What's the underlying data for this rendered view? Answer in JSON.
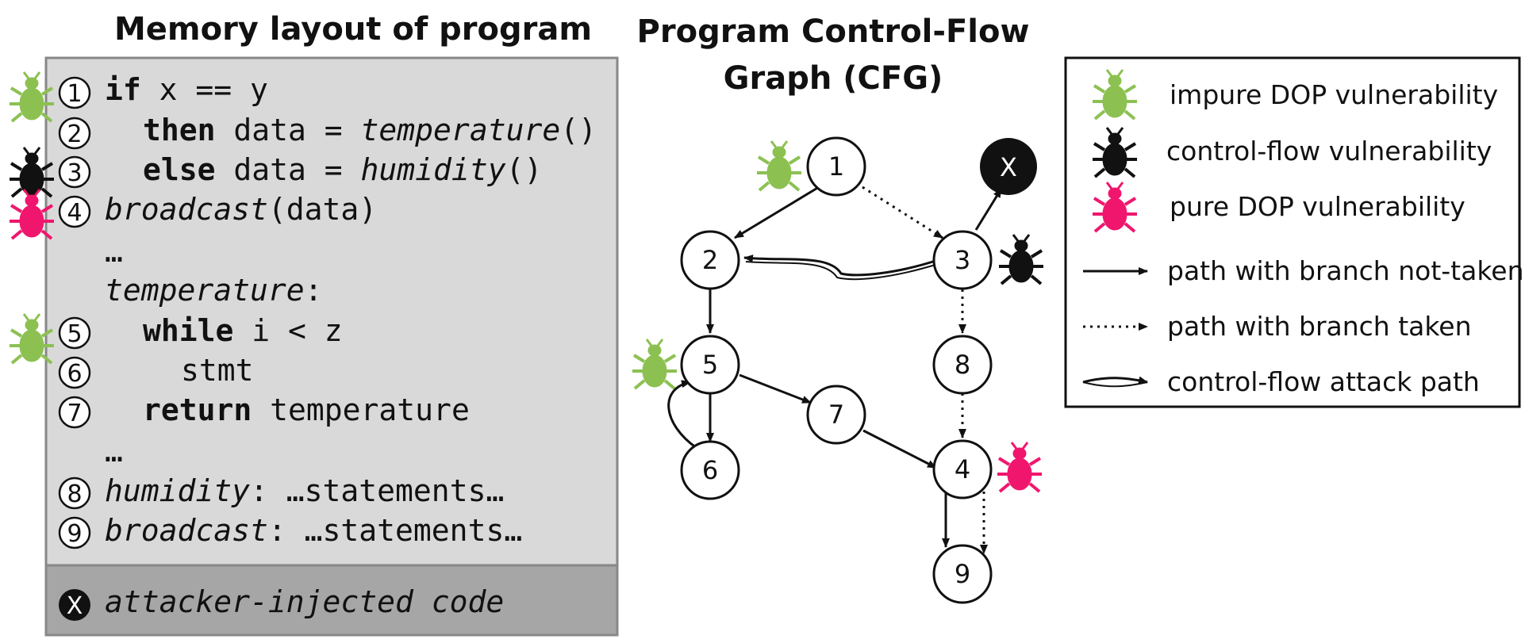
{
  "titles": {
    "memory": "Memory layout of program",
    "cfg_line1": "Program Control-Flow",
    "cfg_line2": "Graph (CFG)"
  },
  "code": {
    "line1_kw": "if",
    "line1_rest": " x == y",
    "line2_kw": "then",
    "line2_rest": " data = ",
    "line2_fn": "temperature",
    "line2_end": "()",
    "line3_kw": "else",
    "line3_rest": " data = ",
    "line3_fn": "humidity",
    "line3_end": "()",
    "line4_fn": "broadcast",
    "line4_rest": "(data)",
    "ellipsis1": "…",
    "temp_label": "temperature",
    "temp_colon": ":",
    "line5_kw": "while",
    "line5_rest": " i < z",
    "line6": "stmt",
    "line7_kw": "return",
    "line7_rest": " temperature",
    "ellipsis2": "…",
    "line8_fn": "humidity",
    "line8_rest": ": …statements…",
    "line9_fn": "broadcast",
    "line9_rest": ": …statements…",
    "injected": "attacker-injected code"
  },
  "markers": [
    "1",
    "2",
    "3",
    "4",
    "5",
    "6",
    "7",
    "8",
    "9",
    "X"
  ],
  "cfg_nodes": [
    "1",
    "2",
    "3",
    "5",
    "6",
    "7",
    "8",
    "4",
    "9",
    "X"
  ],
  "legend": {
    "impure": "impure DOP vulnerability",
    "control": "control-flow vulnerability",
    "pure": "pure DOP vulnerability",
    "not_taken": "path with branch not-taken",
    "taken": "path with branch taken",
    "attack": "control-flow attack path"
  },
  "colors": {
    "impure_bug": "#8cc152",
    "control_bug": "#111111",
    "pure_bug": "#f0166e",
    "code_bg": "#d9d9d9",
    "injected_bg": "#a6a6a6"
  },
  "icons": [
    "bug-icon-green",
    "bug-icon-black",
    "bug-icon-pink"
  ]
}
